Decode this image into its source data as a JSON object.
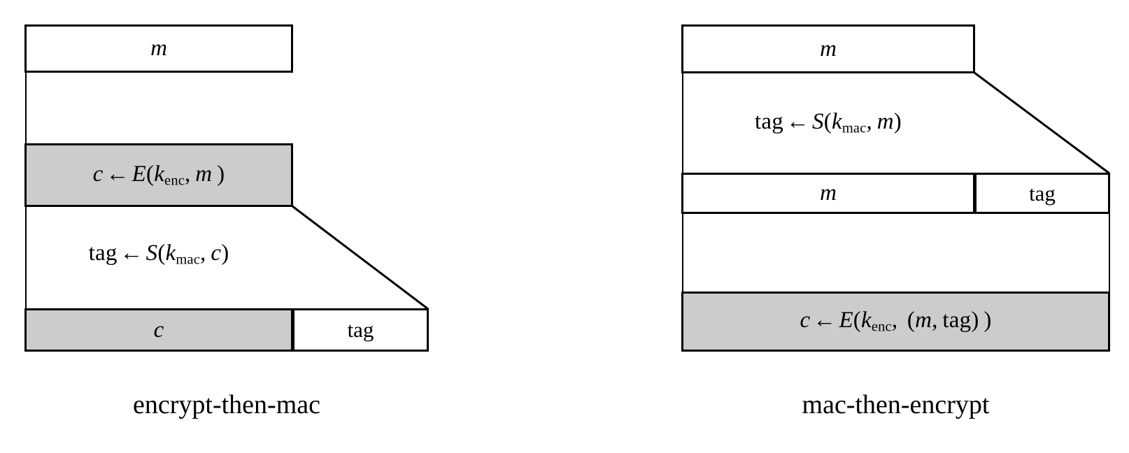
{
  "figure": {
    "background_color": "#ffffff",
    "line_color": "#000000",
    "shaded_fill": "#cccccc"
  },
  "panels": [
    {
      "id": "encrypt-then-mac",
      "caption": "encrypt-then-mac",
      "rows": [
        {
          "id": "plaintext",
          "kind": "box",
          "shaded": false,
          "cells": [
            {
              "label": "m",
              "style": "italic"
            }
          ]
        },
        {
          "id": "encrypt-step",
          "kind": "box",
          "shaded": true,
          "formula": {
            "result": "c",
            "arrow": "←",
            "func": "E",
            "args": [
              "k",
              "enc",
              "m"
            ],
            "text": "c ← E(k_enc, m )"
          }
        },
        {
          "id": "mac-step",
          "kind": "annotation",
          "formula": {
            "result": "tag",
            "arrow": "←",
            "func": "S",
            "args": [
              "k",
              "mac",
              "c"
            ],
            "text": "tag ← S(k_mac, c)"
          }
        },
        {
          "id": "output",
          "kind": "box-split",
          "cells": [
            {
              "label": "c",
              "style": "italic",
              "shaded": true
            },
            {
              "label": "tag",
              "style": "upright",
              "shaded": false
            }
          ]
        }
      ]
    },
    {
      "id": "mac-then-encrypt",
      "caption": "mac-then-encrypt",
      "rows": [
        {
          "id": "plaintext",
          "kind": "box",
          "shaded": false,
          "cells": [
            {
              "label": "m",
              "style": "italic"
            }
          ]
        },
        {
          "id": "mac-step",
          "kind": "annotation",
          "formula": {
            "result": "tag",
            "arrow": "←",
            "func": "S",
            "args": [
              "k",
              "mac",
              "m"
            ],
            "text": "tag ← S(k_mac, m)"
          }
        },
        {
          "id": "message-tag",
          "kind": "box-split",
          "cells": [
            {
              "label": "m",
              "style": "italic",
              "shaded": false
            },
            {
              "label": "tag",
              "style": "upright",
              "shaded": false
            }
          ]
        },
        {
          "id": "encrypt-step",
          "kind": "box",
          "shaded": true,
          "formula": {
            "result": "c",
            "arrow": "←",
            "func": "E",
            "args": [
              "k",
              "enc",
              "(m, tag)"
            ],
            "text": "c ← E(k_enc, (m, tag) )"
          }
        }
      ]
    }
  ],
  "symbols": {
    "m": "m",
    "c": "c",
    "tag": "tag",
    "E": "E",
    "S": "S",
    "k": "k",
    "enc": "enc",
    "mac": "mac",
    "arrow": "←",
    "lparen": "(",
    "rparen": ")",
    "comma": ","
  }
}
